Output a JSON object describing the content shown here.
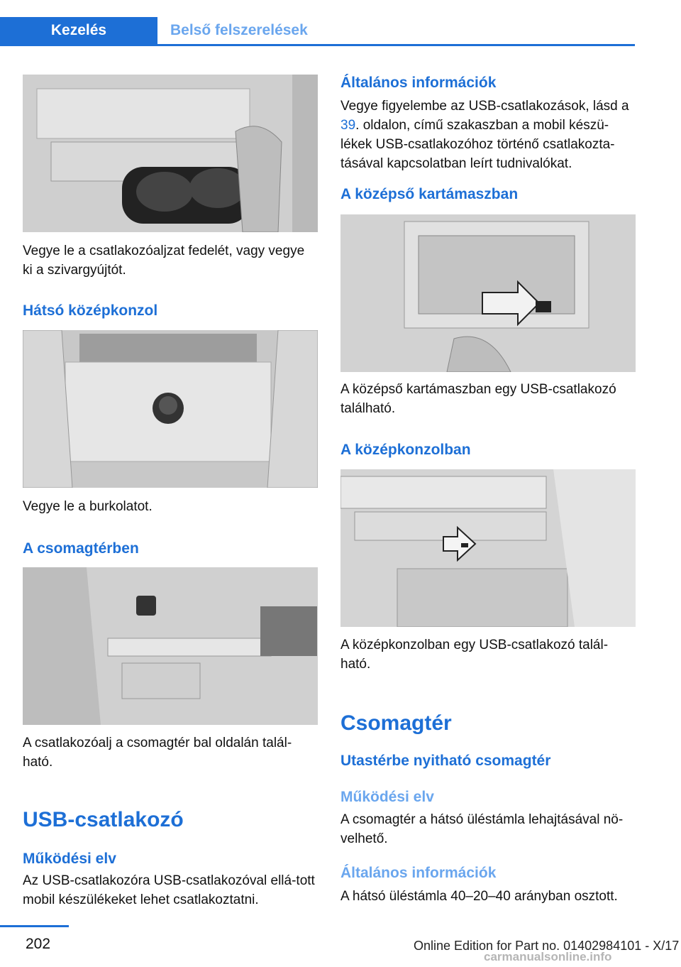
{
  "header": {
    "tab_active": "Kezelés",
    "tab_inactive": "Belső felszerelések"
  },
  "left": {
    "p1": "Vegye le a csatlakozóaljzat fedelét, vagy vegye ki a szivargyújtót.",
    "h_rear": "Hátsó középkonzol",
    "p2": "Vegye le a burkolatot.",
    "h_trunk": "A csomagtérben",
    "p3": "A csatlakozóalj a csomagtér bal oldalán talál-ható.",
    "h_usb": "USB-csatlakozó",
    "h_principle": "Működési elv",
    "p4": "Az USB-csatlakozóra USB-csatlakozóval ellá-tott mobil készülékeket lehet csatlakoztatni."
  },
  "right": {
    "h_general": "Általános információk",
    "p_general_a": "Vegye figyelembe az USB-csatlakozások, lásd a ",
    "p_general_link": "39",
    "p_general_b": ". oldalon, című szakaszban a mobil készü-lékek USB-csatlakozóhoz történő csatlakozta-tásával kapcsolatban leírt tudnivalókat.",
    "h_armrest": "A középső kartámaszban",
    "p_armrest": "A középső kartámaszban egy USB-csatlakozó található.",
    "h_console": "A középkonzolban",
    "p_console": "A középkonzolban egy USB-csatlakozó talál-ható.",
    "h_trunk_section": "Csomagtér",
    "h_passthrough": "Utastérbe nyitható csomagtér",
    "h_principle2": "Működési elv",
    "p_principle2": "A csomagtér a hátsó üléstámla lehajtásával nö-velhető.",
    "h_general2": "Általános információk",
    "p_general2": "A hátsó üléstámla 40–20–40 arányban osztott."
  },
  "footer": {
    "page_number": "202",
    "edition": "Online Edition for Part no. 01402984101 - X/17",
    "watermark": "carmanualsonline.info"
  },
  "colors": {
    "accent": "#1d6fd6",
    "subheading": "#6aa6ee"
  }
}
